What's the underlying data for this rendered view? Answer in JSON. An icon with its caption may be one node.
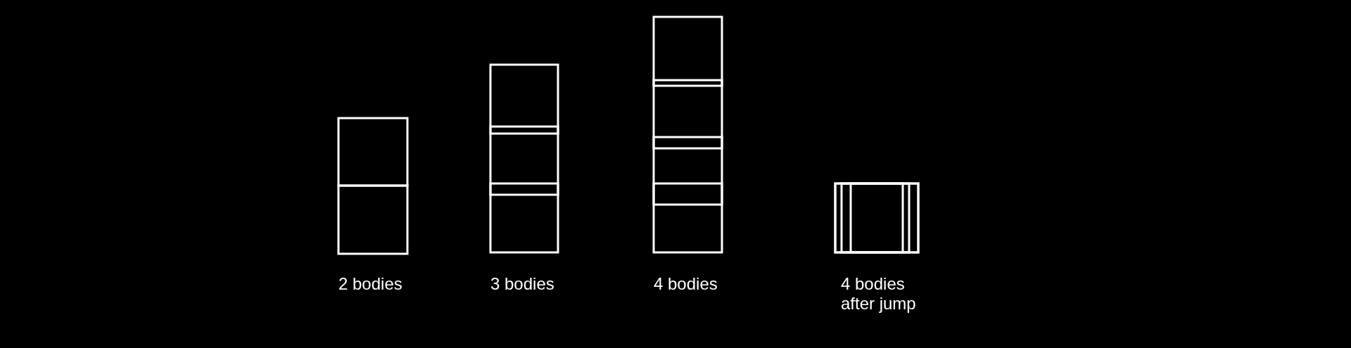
{
  "diagram": {
    "labels": [
      "2 bodies",
      "3 bodies",
      "4 bodies",
      "4 bodies after jump"
    ]
  }
}
